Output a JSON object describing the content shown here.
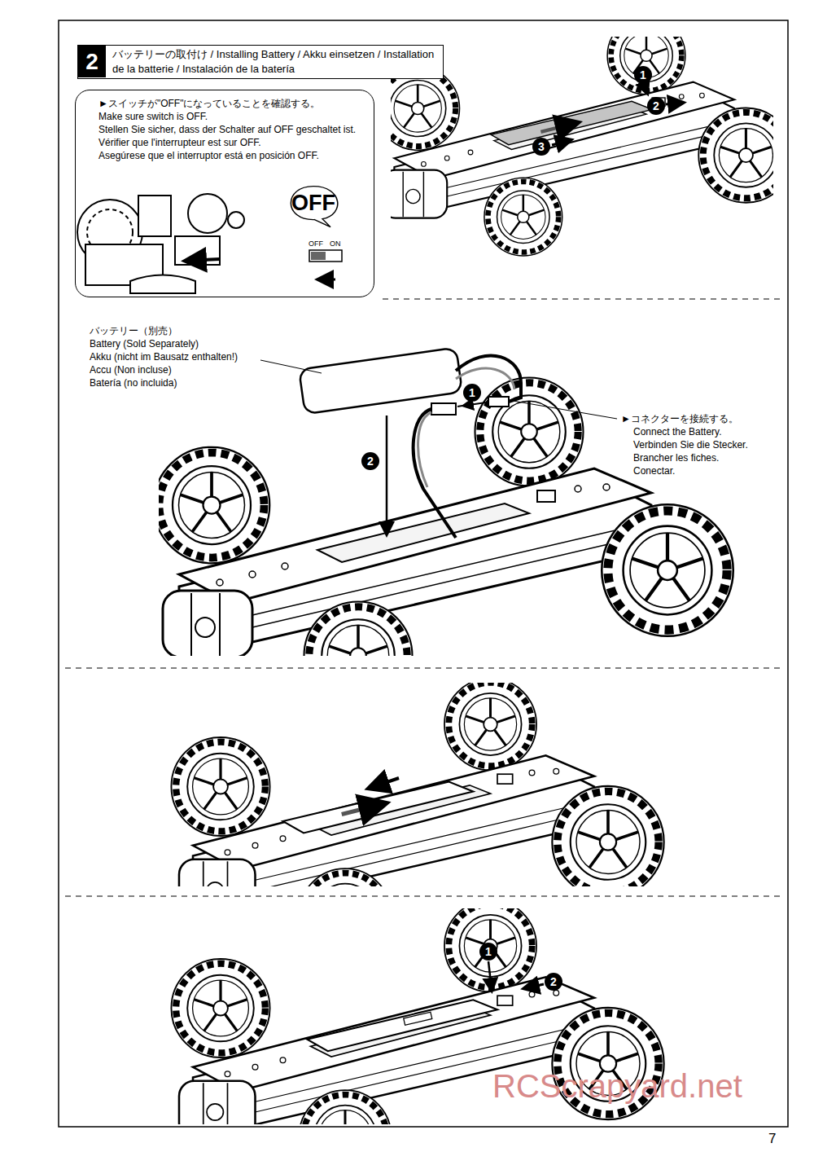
{
  "diagram": {
    "nodes": [
      {
        "text": [
          "バッテリーの取付け / Installing Battery / Akku einsetzen / Installation de la batterie / Instalación de la batería"
        ]
      },
      {
        "text": [
          "2"
        ],
        "in": 0
      },
      {
        "text": [
          "►スイッチが\"OFF\"になっていることを確認する。",
          "Make sure switch is OFF.",
          "Stellen Sie sicher, dass der Schalter auf OFF geschaltet ist.",
          "Vérifier que l'interrupteur est sur OFF.",
          "Asegúrese que el interruptor está en posición OFF."
        ]
      },
      {
        "text": [
          "OFF"
        ],
        "in": 2
      }
    ],
    "labels": [
      "1",
      "2",
      "3",
      "バッテリー（別売）",
      "Battery (Sold Separately)",
      "Akku (nicht im Bausatz enthalten!)",
      "Accu (Non incluse)",
      "Batería (no incluida)",
      "1",
      "2",
      "►コネクターを接続する。",
      "Connect the Battery.",
      "Verbinden Sie die Stecker.",
      "Brancher les fiches.",
      "Conectar.",
      "1",
      "2",
      "OFF",
      "ON",
      "7",
      "RCScrapyard.net"
    ]
  }
}
